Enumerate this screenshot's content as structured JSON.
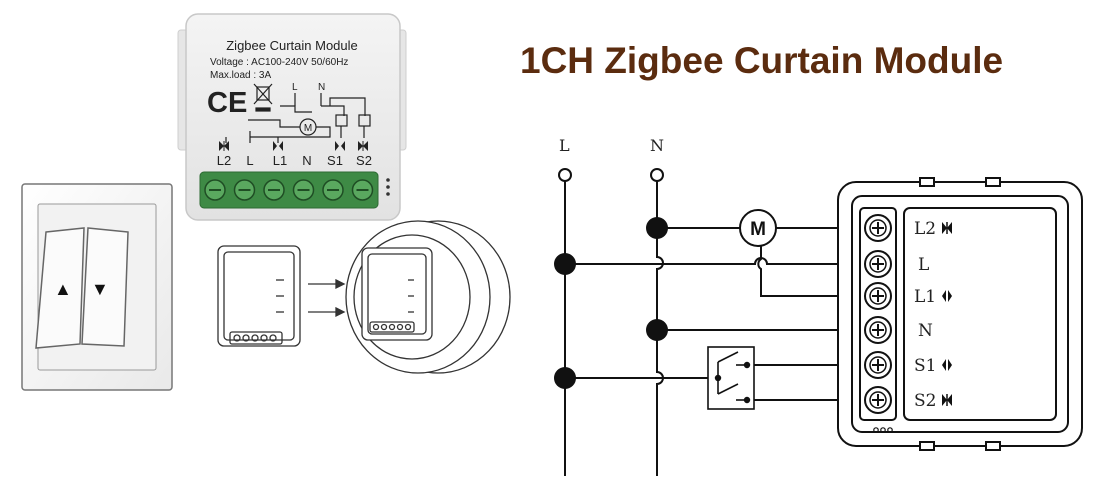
{
  "title": "1CH Zigbee Curtain Module",
  "module": {
    "name": "Zigbee Curtain Module",
    "voltage": "Voltage : AC100-240V 50/60Hz",
    "max_load": "Max.load : 3A",
    "ce_mark": "CE",
    "top_labels": {
      "l": "L",
      "n": "N"
    },
    "motor_symbol": "M",
    "terminals": [
      "L2",
      "L",
      "L1",
      "N",
      "S1",
      "S2"
    ]
  },
  "switch_panel": {
    "up_arrow": "▲",
    "down_arrow": "▼"
  },
  "wiring": {
    "line_label": "L",
    "neutral_label": "N",
    "motor_symbol": "M",
    "terminals": [
      "L2",
      "L",
      "L1",
      "N",
      "S1",
      "S2"
    ]
  },
  "colors": {
    "title": "#5b2c0f",
    "terminal_block": "#3e8a45",
    "wire": "#111111"
  }
}
